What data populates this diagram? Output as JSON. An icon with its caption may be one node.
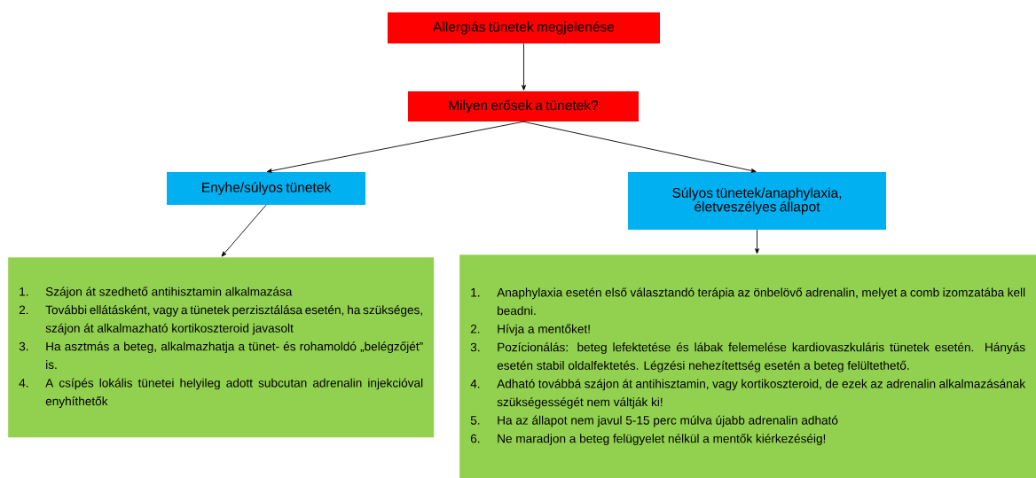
{
  "diagram": {
    "nodes": [
      {
        "text": [
          "Allergiás tünetek megjelenése"
        ]
      },
      {
        "text": [
          "Milyen erősek a tünetek?"
        ]
      },
      {
        "text": [
          "Enyhe/súlyos tünetek"
        ]
      },
      {
        "text": [
          "Súlyos tünetek/anaphylaxia, életveszélyes állapot"
        ]
      },
      {
        "text": [
          "1.",
          "Szájon át szedhető antihisztamin alkalmazása",
          "2.",
          "További ellátásként, vagy a tünetek perzisztálása esetén, ha szükséges, szájon át alkalmazható kortikoszteroid javasolt",
          "3.",
          "Ha asztmás a beteg, alkalmazhatja a tünet- és rohamoldó „belégzőjét” is.",
          "4.",
          "A csípés lokális tünetei helyileg adott subcutan adrenalin injekcióval enyhíthetők"
        ]
      },
      {
        "text": [
          "1.",
          "Anaphylaxia esetén első választandó terápia az önbelövő adrenalin, melyet a comb izomzatába kell beadni.",
          "2.",
          "Hívja a mentőket!",
          "3.",
          "Pozícionálás: beteg lefektetése és lábak felemelése kardiovaszkuláris tünetek esetén. Hányás esetén stabil oldalfektetés. Légzési nehezítettség esetén a beteg felültethető.",
          "4.",
          "Adható továbbá szájon át antihisztamin, vagy kortikoszteroid, de ezek az adrenalin alkalmazásának szükségességét nem váltják ki!",
          "5.",
          "Ha az állapot nem javul 5-15 perc múlva újabb adrenalin adható",
          "6.",
          "Ne maradjon a beteg felügyelet nélkül a mentők kiérkezéséig!"
        ]
      }
    ],
    "edges": [
      {
        "from": 0,
        "to": 1,
        "arrow": "to"
      },
      {
        "from": 1,
        "to": 2,
        "arrow": "to"
      },
      {
        "from": 1,
        "to": 3,
        "arrow": "to"
      },
      {
        "from": 2,
        "to": 4,
        "arrow": "to"
      },
      {
        "from": 3,
        "to": 5,
        "arrow": "to"
      }
    ]
  }
}
